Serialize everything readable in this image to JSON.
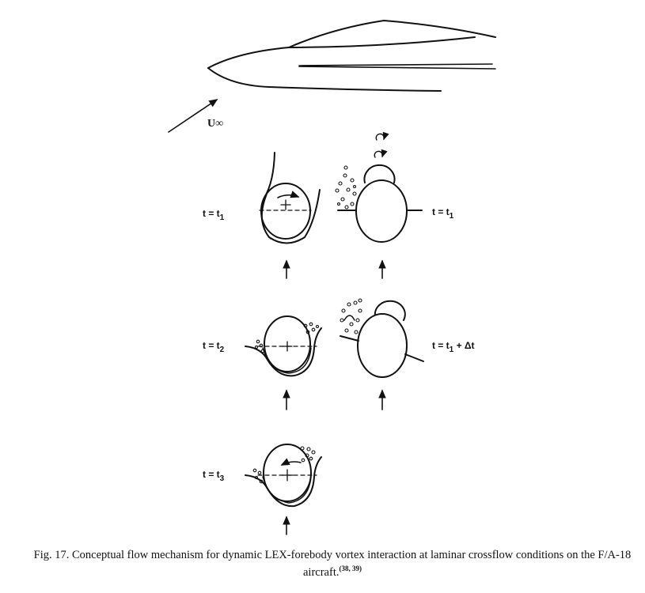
{
  "figure": {
    "freestream_label": "U∞",
    "row1": {
      "left_label": "t = t",
      "left_sub": "1",
      "right_label": "t = t",
      "right_sub": "1"
    },
    "row2": {
      "left_label": "t = t",
      "left_sub": "2",
      "right_label": "t = t",
      "right_sub": "1",
      "right_suffix": " + Δt"
    },
    "row3": {
      "left_label": "t = t",
      "left_sub": "3"
    }
  },
  "caption": {
    "text": "Fig. 17. Conceptual flow mechanism for dynamic LEX-forebody vortex interaction at laminar crossflow conditions on the F/A-18 aircraft.",
    "refs": "(38, 39)"
  }
}
